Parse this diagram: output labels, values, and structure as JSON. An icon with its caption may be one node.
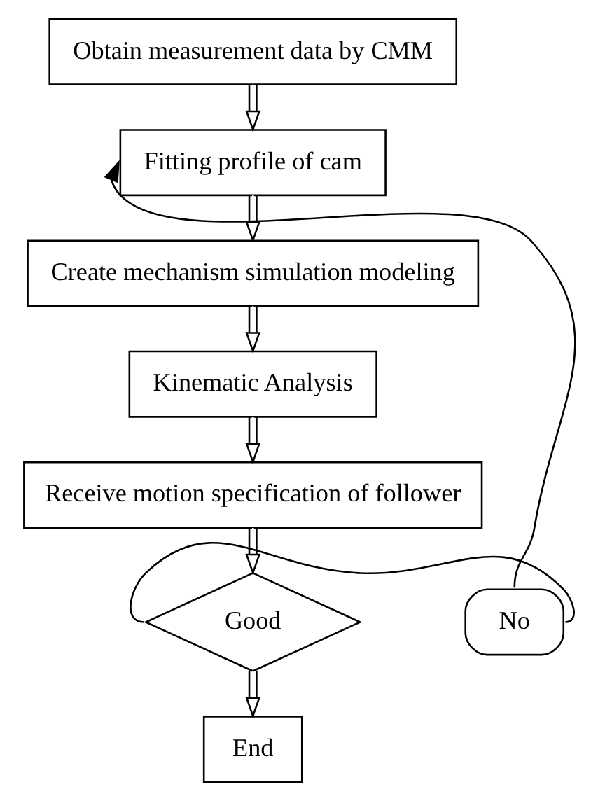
{
  "diagram": {
    "nodes": [
      {
        "text": [
          "Obtain measurement data by CMM"
        ]
      },
      {
        "text": [
          "Fitting profile of cam"
        ]
      },
      {
        "text": [
          "Create mechanism simulation modeling"
        ]
      },
      {
        "text": [
          "Kinematic Analysis"
        ]
      },
      {
        "text": [
          "Receive motion specification of follower"
        ]
      },
      {
        "text": [
          "No"
        ]
      },
      {
        "text": [
          "Good"
        ]
      },
      {
        "text": [
          "End"
        ]
      }
    ],
    "edges": [
      {
        "from": 0,
        "to": 1,
        "arrow": "to"
      },
      {
        "from": 1,
        "to": 2,
        "arrow": "to"
      },
      {
        "from": 2,
        "to": 3,
        "arrow": "to"
      },
      {
        "from": 3,
        "to": 4,
        "arrow": "to"
      },
      {
        "from": 4,
        "to": 6,
        "arrow": "to"
      },
      {
        "from": 6,
        "to": 5,
        "arrow": "none"
      },
      {
        "from": 5,
        "to": 1,
        "arrow": "to"
      },
      {
        "from": 6,
        "to": 7,
        "arrow": "to"
      }
    ]
  }
}
